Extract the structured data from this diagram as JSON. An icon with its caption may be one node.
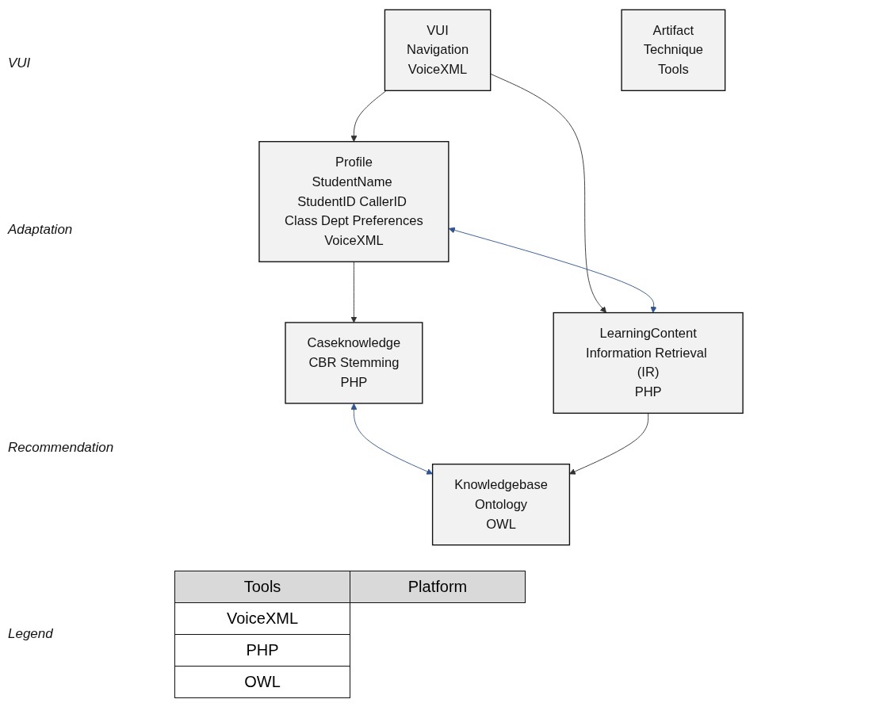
{
  "diagram": {
    "nodes": [
      {
        "text": [
          "VUI",
          "Navigation",
          "VoiceXML"
        ]
      },
      {
        "text": [
          "Profile",
          "StudentName StudentID CallerID Class Dept Preferences",
          "VoiceXML"
        ]
      },
      {
        "text": [
          "LearningContent",
          "Information Retrieval (IR)",
          "PHP"
        ]
      },
      {
        "text": [
          "Caseknowledge",
          "CBR Stemming",
          "PHP"
        ]
      },
      {
        "text": [
          "Knowledgebase",
          "Ontology",
          "OWL"
        ]
      },
      {
        "text": [
          "Artifact",
          "Technique",
          "Tools"
        ]
      }
    ],
    "edges": [
      {
        "from": 0,
        "to": 1,
        "arrow": "to"
      },
      {
        "from": 0,
        "to": 2,
        "arrow": "to"
      },
      {
        "from": 1,
        "to": 2,
        "arrow": "both",
        "color": "#2f5597"
      },
      {
        "from": 1,
        "to": 3,
        "arrow": "to"
      },
      {
        "from": 3,
        "to": 4,
        "arrow": "both",
        "color": "#2f5597"
      },
      {
        "from": 2,
        "to": 4,
        "arrow": "to"
      }
    ],
    "labels": [
      "VUI",
      "Adaptation",
      "Recommendation",
      "Legend",
      "Tools",
      "Platform",
      "VoiceXML",
      "PHP",
      "OWL"
    ]
  }
}
